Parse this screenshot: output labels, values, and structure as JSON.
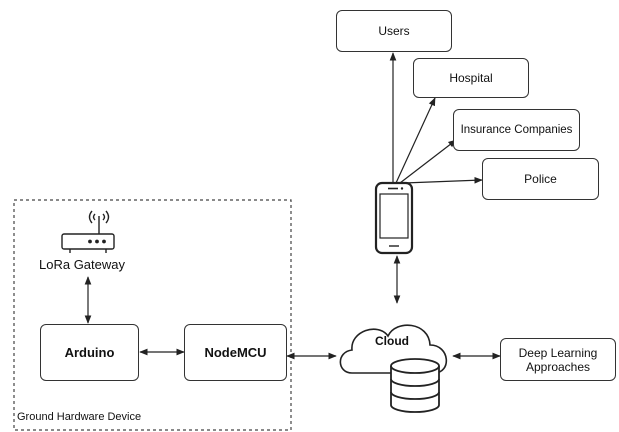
{
  "diagram": {
    "nodes": {
      "users": "Users",
      "hospital": "Hospital",
      "insurance": "Insurance Companies",
      "police": "Police",
      "lora_gateway": "LoRa Gateway",
      "arduino": "Arduino",
      "nodemcu": "NodeMCU",
      "cloud": "Cloud",
      "deep_learning": "Deep Learning Approaches"
    },
    "group_label": "Ground Hardware Device",
    "icons": [
      "router-icon",
      "smartphone-icon",
      "cloud-icon",
      "database-icon"
    ],
    "edges": [
      {
        "from": "smartphone",
        "to": "users",
        "arrow": "to"
      },
      {
        "from": "smartphone",
        "to": "hospital",
        "arrow": "to"
      },
      {
        "from": "smartphone",
        "to": "insurance",
        "arrow": "to"
      },
      {
        "from": "smartphone",
        "to": "police",
        "arrow": "to"
      },
      {
        "from": "smartphone",
        "to": "cloud",
        "arrow": "both"
      },
      {
        "from": "lora_gateway",
        "to": "arduino",
        "arrow": "both"
      },
      {
        "from": "arduino",
        "to": "nodemcu",
        "arrow": "both"
      },
      {
        "from": "nodemcu",
        "to": "cloud",
        "arrow": "both"
      },
      {
        "from": "cloud",
        "to": "deep_learning",
        "arrow": "both"
      }
    ]
  }
}
